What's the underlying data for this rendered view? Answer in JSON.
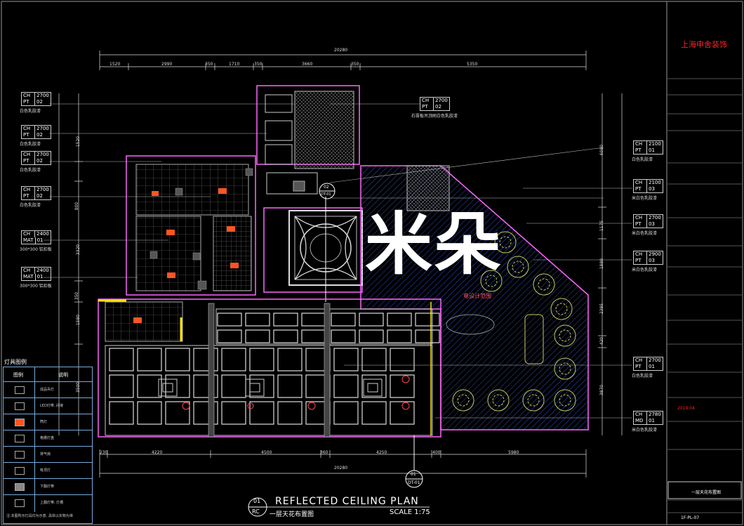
{
  "drawing": {
    "title": "REFLECTED CEILING PLAN",
    "subtitle_cn": "一层天花布置图",
    "scale": "SCALE 1:75",
    "view_no": "01",
    "view_sheet": "RC",
    "section_top": {
      "id": "02",
      "ref": "DT-01"
    },
    "section_bottom": {
      "id": "01",
      "ref": "DT-01"
    }
  },
  "dimensions": {
    "top_total": "20280",
    "top_segments": [
      "1520",
      "2990",
      "350",
      "1710",
      "350",
      "3660",
      "350",
      "5350"
    ],
    "bottom_total": "20280",
    "bottom_segments": [
      "230",
      "4220",
      "4500",
      "360",
      "4250",
      "400",
      "5980"
    ],
    "left_segments": [
      "1520",
      "800",
      "3320",
      "350",
      "1580",
      "3500"
    ],
    "right_segments": [
      "6080",
      "1175",
      "1880",
      "2395",
      "420",
      "3870"
    ]
  },
  "tags_left": [
    {
      "ch": "2700",
      "pt": "02",
      "desc": "白色乳胶漆"
    },
    {
      "ch": "2700",
      "pt": "02",
      "desc": "白色乳胶漆"
    },
    {
      "ch": "2700",
      "pt": "02",
      "desc": "白色乳胶漆"
    },
    {
      "ch": "2700",
      "pt": "02",
      "desc": "白色乳胶漆"
    },
    {
      "ch": "2400",
      "pt": "01",
      "desc": "300*300 铝扣板",
      "mat": true
    },
    {
      "ch": "2400",
      "pt": "01",
      "desc": "300*300 铝扣板",
      "mat": true
    }
  ],
  "tag_top": {
    "ch": "2700",
    "pt": "02",
    "desc": "石膏板吊顶刷白色乳胶漆"
  },
  "tags_right": [
    {
      "ch": "2100",
      "pt": "01",
      "desc": "白色乳胶漆"
    },
    {
      "ch": "2100",
      "pt": "03",
      "desc": "米白色乳胶漆"
    },
    {
      "ch": "2700",
      "pt": "03",
      "desc": "米白色乳胶漆"
    },
    {
      "ch": "2900",
      "pt": "03",
      "desc": "米白色乳胶漆"
    },
    {
      "ch": "2700",
      "pt": "01",
      "desc": "白色乳胶漆"
    },
    {
      "ch": "2780",
      "pt": "01",
      "desc": "米白色乳胶漆",
      "md": "MD"
    }
  ],
  "room_label": "电设计范围",
  "legend": {
    "title": "灯具图例",
    "header": [
      "图例",
      "说明"
    ],
    "items": [
      "成品吊灯",
      "LED灯带, 间接",
      "筒灯",
      "格栅灯盘",
      "排气扇",
      "吸顶灯",
      "下翻灯带",
      "上翻灯带, 灯槽"
    ],
    "note": "注:本图所示灯具均为示意, 具体以实物为准"
  },
  "title_block": {
    "company": "上海申舍装饰",
    "sheet_title": "一层天花布置图",
    "sheet_no": "1F-PL-07",
    "date": "2019.04"
  },
  "watermark": "米朵",
  "colors": {
    "wall": "#ff66ff",
    "grid": "#cccccc",
    "light": "#ff5522",
    "hatch": "#4f6fff",
    "plant": "#c8c860",
    "yellow": "#ffe300",
    "dim": "#dddddd",
    "brand_red": "#ff2222"
  }
}
